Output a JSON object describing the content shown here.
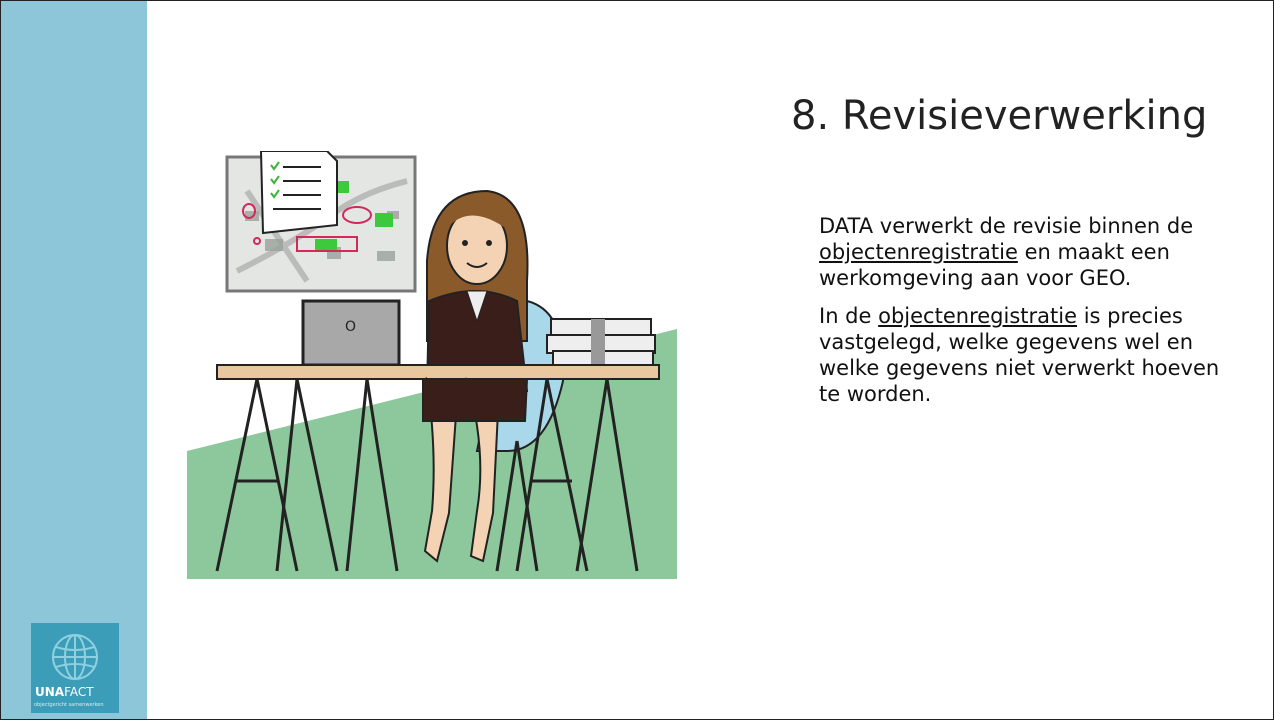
{
  "slide": {
    "title": "8. Revisieverwerking",
    "paragraph1": {
      "part1": "DATA verwerkt de revisie binnen de",
      "link": "objectenregistratie",
      "part2": "en maakt een werkomgeving aan voor GEO."
    },
    "paragraph2": {
      "part1": "In de",
      "link": "objectenregistratie",
      "part2": "is precies vastgelegd, welke gegevens wel en welke gegevens niet verwerkt hoeven te worden."
    }
  },
  "logo": {
    "brand_bold": "UNA",
    "brand_regular": "FACT",
    "tagline": "objectgericht samenwerken"
  },
  "colors": {
    "sidebar": "#8ec6d9",
    "logo_bg": "#3b9db8",
    "ground": "#8cc89b"
  },
  "icons": {
    "logo": "globe-icon",
    "illustration": "woman-at-desk-illustration"
  }
}
